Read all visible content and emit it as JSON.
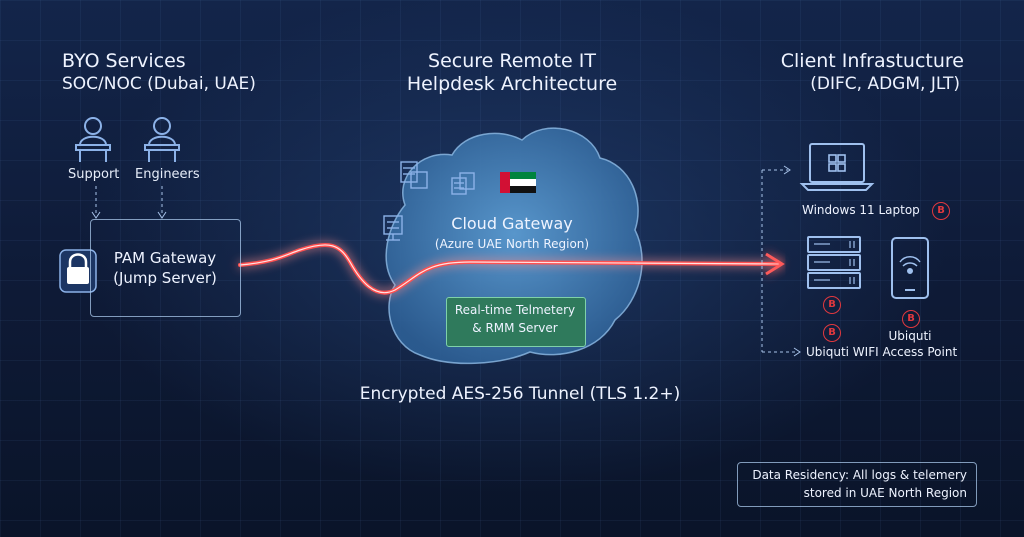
{
  "left": {
    "title": "BYO Services",
    "subtitle": "SOC/NOC (Dubai, UAE)",
    "support_label": "Support",
    "engineers_label": "Engineers",
    "pam_title": "PAM Gateway",
    "pam_subtitle": "(Jump Server)"
  },
  "center": {
    "title_line1": "Secure Remote IT",
    "title_line2": "Helpdesk Architecture",
    "cloud_title": "Cloud Gateway",
    "cloud_subtitle": "(Azure UAE North Region)",
    "rmm_line1": "Real-time Telmetery",
    "rmm_line2": "& RMM Server",
    "tunnel_label": "Encrypted AES-256 Tunnel (TLS 1.2+)"
  },
  "right": {
    "title": "Client Infrastucture",
    "subtitle": "(DIFC, ADGM, JLT)",
    "laptop_label": "Windows 11 Laptop",
    "ap_label_top": "Ubiquti",
    "ap_label_bottom": "Ubiquti WIFI Access Point",
    "badge_glyph": "B"
  },
  "residency": {
    "line1": "Data Residency: All logs & telemery",
    "line2": "stored in UAE North Region"
  },
  "colors": {
    "tunnel": "#ff3b3b",
    "accent_line": "#a9c4ea",
    "cloud_fill": "#3f7fb6",
    "rmm_fill": "#2f7a5c",
    "badge": "#e0383e",
    "flag_green": "#00843d",
    "flag_red": "#d21034"
  }
}
